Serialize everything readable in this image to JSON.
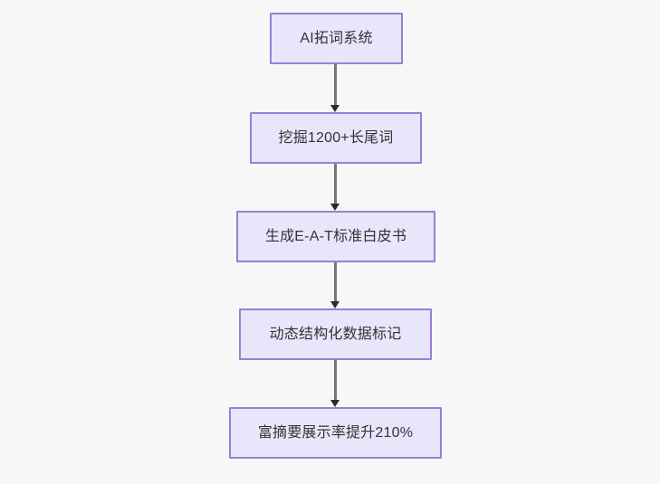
{
  "diagram": {
    "type": "flowchart",
    "direction": "top-to-bottom",
    "background_color": "#f7f7f7",
    "node_fill_color": "#e8e6fb",
    "node_border_color": "#9a7ed4",
    "node_text_color": "#333333",
    "edge_color": "#767676",
    "arrowhead_color": "#2b2b2b",
    "nodes": [
      {
        "id": "n0",
        "label": "AI拓词系统"
      },
      {
        "id": "n1",
        "label": "挖掘1200+长尾词"
      },
      {
        "id": "n2",
        "label": "生成E-A-T标准白皮书"
      },
      {
        "id": "n3",
        "label": "动态结构化数据标记"
      },
      {
        "id": "n4",
        "label": "富摘要展示率提升210%"
      }
    ],
    "edges": [
      {
        "from": "n0",
        "to": "n1",
        "label": ""
      },
      {
        "from": "n1",
        "to": "n2",
        "label": ""
      },
      {
        "from": "n2",
        "to": "n3",
        "label": ""
      },
      {
        "from": "n3",
        "to": "n4",
        "label": ""
      }
    ]
  }
}
